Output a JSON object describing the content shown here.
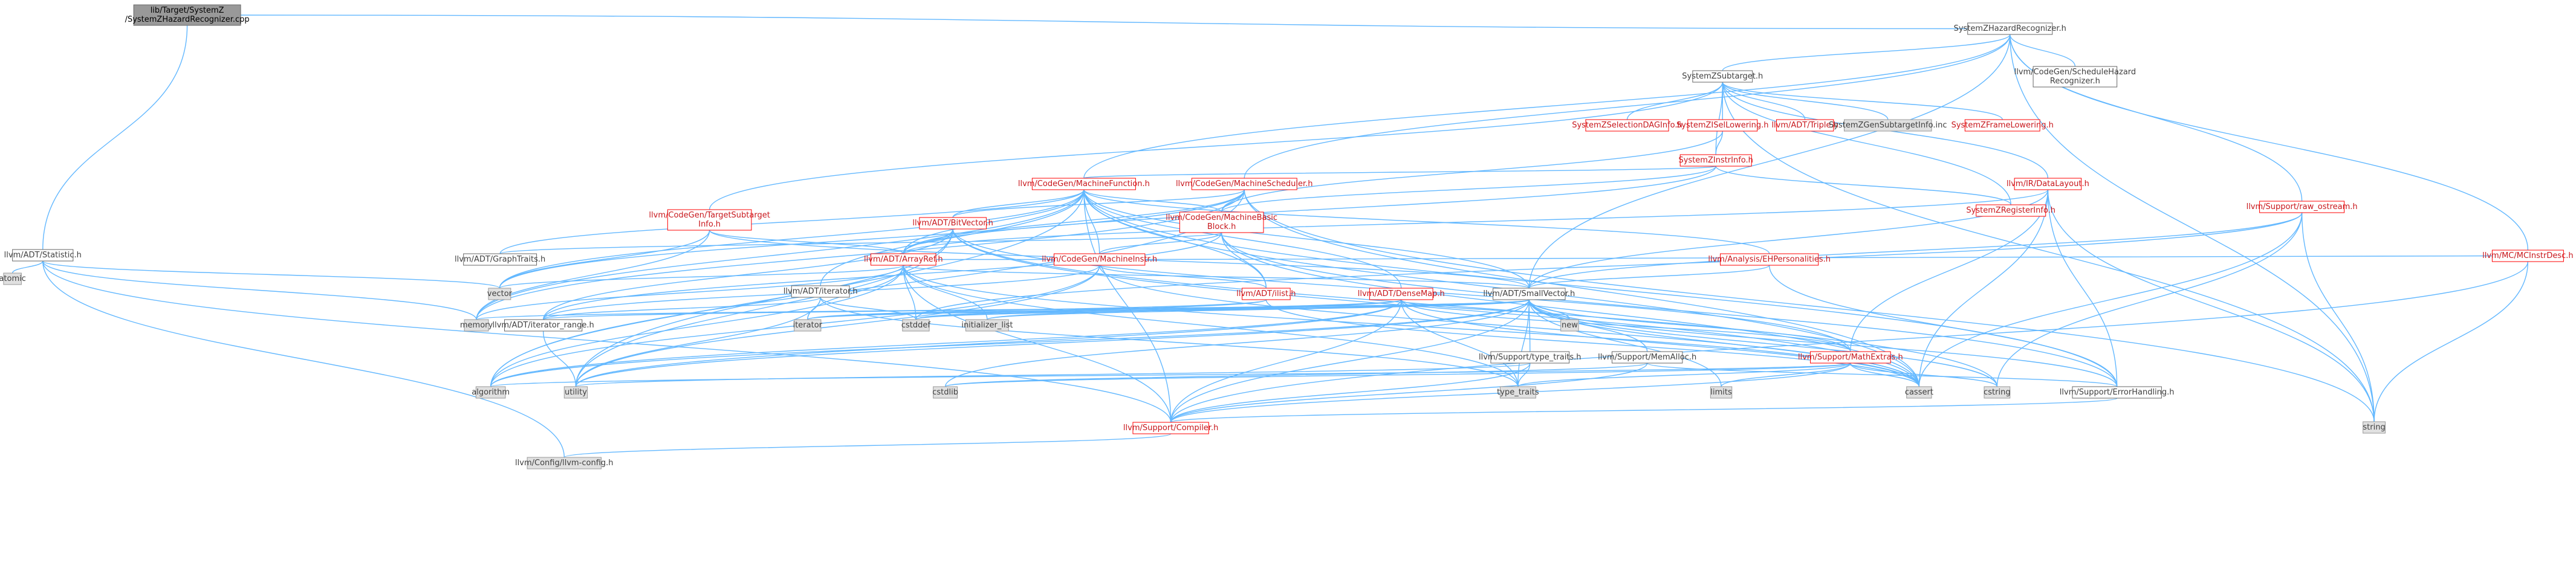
{
  "colors": {
    "edge": "#63B8FF",
    "root_fill": "#999999",
    "root_stroke": "#666666",
    "normal_fill": "#ffffff",
    "normal_stroke": "#666666",
    "normal_text": "#3f3f3f",
    "red_stroke": "#ff0000",
    "red_text": "#c8171c",
    "system_fill": "#e0e0e0",
    "system_stroke": "#999999"
  },
  "nodes": [
    {
      "id": "root",
      "lines": [
        "lib/Target/SystemZ",
        "/SystemZHazardRecognizer.cpp"
      ],
      "style": "root"
    },
    {
      "id": "hazard_h",
      "lines": [
        "SystemZHazardRecognizer.h"
      ],
      "style": "normal"
    },
    {
      "id": "statistic",
      "lines": [
        "llvm/ADT/Statistic.h"
      ],
      "style": "normal"
    },
    {
      "id": "atomic",
      "lines": [
        "atomic"
      ],
      "style": "system"
    },
    {
      "id": "subtarget",
      "lines": [
        "SystemZSubtarget.h"
      ],
      "style": "normal"
    },
    {
      "id": "sched_hazard",
      "lines": [
        "llvm/CodeGen/ScheduleHazard",
        "Recognizer.h"
      ],
      "style": "normal"
    },
    {
      "id": "seldag",
      "lines": [
        "SystemZSelectionDAGInfo.h"
      ],
      "style": "red"
    },
    {
      "id": "isel",
      "lines": [
        "SystemZISelLowering.h"
      ],
      "style": "red"
    },
    {
      "id": "triple",
      "lines": [
        "llvm/ADT/Triple.h"
      ],
      "style": "red"
    },
    {
      "id": "gensub",
      "lines": [
        "SystemZGenSubtargetInfo.inc"
      ],
      "style": "system"
    },
    {
      "id": "framelow",
      "lines": [
        "SystemZFrameLowering.h"
      ],
      "style": "red"
    },
    {
      "id": "instrinfo",
      "lines": [
        "SystemZInstrInfo.h"
      ],
      "style": "red"
    },
    {
      "id": "reginfo",
      "lines": [
        "SystemZRegisterInfo.h"
      ],
      "style": "red"
    },
    {
      "id": "mf",
      "lines": [
        "llvm/CodeGen/MachineFunction.h"
      ],
      "style": "red"
    },
    {
      "id": "msched",
      "lines": [
        "llvm/CodeGen/MachineScheduler.h"
      ],
      "style": "red"
    },
    {
      "id": "tsi",
      "lines": [
        "llvm/CodeGen/TargetSubtarget",
        "Info.h"
      ],
      "style": "red"
    },
    {
      "id": "bitvector",
      "lines": [
        "llvm/ADT/BitVector.h"
      ],
      "style": "red"
    },
    {
      "id": "mbb",
      "lines": [
        "llvm/CodeGen/MachineBasic",
        "Block.h"
      ],
      "style": "red"
    },
    {
      "id": "datalayout",
      "lines": [
        "llvm/IR/DataLayout.h"
      ],
      "style": "red"
    },
    {
      "id": "rawostream",
      "lines": [
        "llvm/Support/raw_ostream.h"
      ],
      "style": "red"
    },
    {
      "id": "mcinstrdesc",
      "lines": [
        "llvm/MC/MCInstrDesc.h"
      ],
      "style": "red"
    },
    {
      "id": "graphtraits",
      "lines": [
        "llvm/ADT/GraphTraits.h"
      ],
      "style": "normal"
    },
    {
      "id": "arrayref",
      "lines": [
        "llvm/ADT/ArrayRef.h"
      ],
      "style": "red"
    },
    {
      "id": "minstr",
      "lines": [
        "llvm/CodeGen/MachineInstr.h"
      ],
      "style": "red"
    },
    {
      "id": "ehpers",
      "lines": [
        "llvm/Analysis/EHPersonalities.h"
      ],
      "style": "red"
    },
    {
      "id": "iterator_h",
      "lines": [
        "llvm/ADT/iterator.h"
      ],
      "style": "normal"
    },
    {
      "id": "ilist",
      "lines": [
        "llvm/ADT/ilist.h"
      ],
      "style": "red"
    },
    {
      "id": "densemap",
      "lines": [
        "llvm/ADT/DenseMap.h"
      ],
      "style": "red"
    },
    {
      "id": "smallvector",
      "lines": [
        "llvm/ADT/SmallVector.h"
      ],
      "style": "normal"
    },
    {
      "id": "vector",
      "lines": [
        "vector"
      ],
      "style": "system"
    },
    {
      "id": "memory",
      "lines": [
        "memory"
      ],
      "style": "system"
    },
    {
      "id": "iterator_range",
      "lines": [
        "llvm/ADT/iterator_range.h"
      ],
      "style": "normal"
    },
    {
      "id": "iterator",
      "lines": [
        "iterator"
      ],
      "style": "system"
    },
    {
      "id": "cstddef",
      "lines": [
        "cstddef"
      ],
      "style": "system"
    },
    {
      "id": "initlist",
      "lines": [
        "initializer_list"
      ],
      "style": "system"
    },
    {
      "id": "new",
      "lines": [
        "new"
      ],
      "style": "system"
    },
    {
      "id": "typetraits_h",
      "lines": [
        "llvm/Support/type_traits.h"
      ],
      "style": "normal"
    },
    {
      "id": "memalloc",
      "lines": [
        "llvm/Support/MemAlloc.h"
      ],
      "style": "normal"
    },
    {
      "id": "mathextras",
      "lines": [
        "llvm/Support/MathExtras.h"
      ],
      "style": "red"
    },
    {
      "id": "algorithm",
      "lines": [
        "algorithm"
      ],
      "style": "system"
    },
    {
      "id": "utility",
      "lines": [
        "utility"
      ],
      "style": "system"
    },
    {
      "id": "cstdlib",
      "lines": [
        "cstdlib"
      ],
      "style": "system"
    },
    {
      "id": "type_traits",
      "lines": [
        "type_traits"
      ],
      "style": "system"
    },
    {
      "id": "limits",
      "lines": [
        "limits"
      ],
      "style": "system"
    },
    {
      "id": "cassert",
      "lines": [
        "cassert"
      ],
      "style": "system"
    },
    {
      "id": "cstring",
      "lines": [
        "cstring"
      ],
      "style": "system"
    },
    {
      "id": "errhandling",
      "lines": [
        "llvm/Support/ErrorHandling.h"
      ],
      "style": "normal"
    },
    {
      "id": "string",
      "lines": [
        "string"
      ],
      "style": "system"
    },
    {
      "id": "compiler",
      "lines": [
        "llvm/Support/Compiler.h"
      ],
      "style": "red"
    },
    {
      "id": "llvmconfig",
      "lines": [
        "llvm/Config/llvm-config.h"
      ],
      "style": "system"
    }
  ],
  "edges": [
    [
      "root",
      "hazard_h"
    ],
    [
      "root",
      "statistic"
    ],
    [
      "statistic",
      "atomic"
    ],
    [
      "statistic",
      "memory"
    ],
    [
      "statistic",
      "vector"
    ],
    [
      "statistic",
      "compiler"
    ],
    [
      "statistic",
      "llvmconfig"
    ],
    [
      "hazard_h",
      "subtarget"
    ],
    [
      "hazard_h",
      "sched_hazard"
    ],
    [
      "hazard_h",
      "msched"
    ],
    [
      "hazard_h",
      "mf"
    ],
    [
      "hazard_h",
      "smallvector"
    ],
    [
      "hazard_h",
      "rawostream"
    ],
    [
      "hazard_h",
      "mcinstrdesc"
    ],
    [
      "hazard_h",
      "string"
    ],
    [
      "subtarget",
      "seldag"
    ],
    [
      "subtarget",
      "isel"
    ],
    [
      "subtarget",
      "triple"
    ],
    [
      "subtarget",
      "gensub"
    ],
    [
      "subtarget",
      "framelow"
    ],
    [
      "subtarget",
      "instrinfo"
    ],
    [
      "subtarget",
      "reginfo"
    ],
    [
      "subtarget",
      "datalayout"
    ],
    [
      "subtarget",
      "tsi"
    ],
    [
      "subtarget",
      "string"
    ],
    [
      "isel",
      "instrinfo"
    ],
    [
      "isel",
      "mbb"
    ],
    [
      "instrinfo",
      "reginfo"
    ],
    [
      "instrinfo",
      "mf"
    ],
    [
      "instrinfo",
      "mbb"
    ],
    [
      "instrinfo",
      "arrayref"
    ],
    [
      "mf",
      "bitvector"
    ],
    [
      "mf",
      "mbb"
    ],
    [
      "mf",
      "minstr"
    ],
    [
      "mf",
      "ehpers"
    ],
    [
      "mf",
      "graphtraits"
    ],
    [
      "mf",
      "iterator_h"
    ],
    [
      "mf",
      "ilist"
    ],
    [
      "mf",
      "densemap"
    ],
    [
      "mf",
      "smallvector"
    ],
    [
      "mf",
      "arrayref"
    ],
    [
      "mf",
      "vector"
    ],
    [
      "mf",
      "memory"
    ],
    [
      "mf",
      "cassert"
    ],
    [
      "mf",
      "cstdint_na"
    ],
    [
      "mf",
      "utility"
    ],
    [
      "mf",
      "compiler"
    ],
    [
      "mf",
      "errhandling"
    ],
    [
      "msched",
      "bitvector"
    ],
    [
      "msched",
      "arrayref"
    ],
    [
      "msched",
      "mbb"
    ],
    [
      "msched",
      "vector"
    ],
    [
      "msched",
      "memory"
    ],
    [
      "msched",
      "cassert"
    ],
    [
      "msched",
      "string"
    ],
    [
      "msched",
      "algorithm"
    ],
    [
      "tsi",
      "arrayref"
    ],
    [
      "tsi",
      "smallvector"
    ],
    [
      "tsi",
      "vector"
    ],
    [
      "tsi",
      "memory"
    ],
    [
      "bitvector",
      "arrayref"
    ],
    [
      "bitvector",
      "iterator_range"
    ],
    [
      "bitvector",
      "mathextras"
    ],
    [
      "bitvector",
      "algorithm"
    ],
    [
      "bitvector",
      "cassert"
    ],
    [
      "bitvector",
      "utility"
    ],
    [
      "bitvector",
      "cstring"
    ],
    [
      "mbb",
      "graphtraits"
    ],
    [
      "mbb",
      "ilist"
    ],
    [
      "mbb",
      "iterator_range"
    ],
    [
      "mbb",
      "minstr"
    ],
    [
      "mbb",
      "cassert"
    ],
    [
      "mbb",
      "errhandling"
    ],
    [
      "datalayout",
      "arrayref"
    ],
    [
      "datalayout",
      "smallvector"
    ],
    [
      "datalayout",
      "mathextras"
    ],
    [
      "datalayout",
      "errhandling"
    ],
    [
      "datalayout",
      "cassert"
    ],
    [
      "datalayout",
      "string"
    ],
    [
      "rawostream",
      "smallvector"
    ],
    [
      "rawostream",
      "cassert"
    ],
    [
      "rawostream",
      "cstddef"
    ],
    [
      "rawostream",
      "cstring"
    ],
    [
      "rawostream",
      "string"
    ],
    [
      "mcinstrdesc",
      "string"
    ],
    [
      "mcinstrdesc",
      "compiler"
    ],
    [
      "arrayref",
      "smallvector"
    ],
    [
      "arrayref",
      "compiler"
    ],
    [
      "arrayref",
      "algorithm"
    ],
    [
      "arrayref",
      "cassert"
    ],
    [
      "arrayref",
      "cstddef"
    ],
    [
      "arrayref",
      "initlist"
    ],
    [
      "arrayref",
      "iterator"
    ],
    [
      "arrayref",
      "memory"
    ],
    [
      "arrayref",
      "vector"
    ],
    [
      "arrayref",
      "type_traits"
    ],
    [
      "minstr",
      "arrayref"
    ],
    [
      "minstr",
      "ilist"
    ],
    [
      "minstr",
      "iterator_range"
    ],
    [
      "minstr",
      "mcinstrdesc"
    ],
    [
      "minstr",
      "algorithm"
    ],
    [
      "minstr",
      "cassert"
    ],
    [
      "minstr",
      "cstdint_na"
    ],
    [
      "minstr",
      "utility"
    ],
    [
      "ehpers",
      "errhandling"
    ],
    [
      "ehpers",
      "smallvector"
    ],
    [
      "iterator_h",
      "iterator_range"
    ],
    [
      "iterator_h",
      "cstddef"
    ],
    [
      "iterator_h",
      "iterator"
    ],
    [
      "iterator_h",
      "type_traits"
    ],
    [
      "iterator_h",
      "utility"
    ],
    [
      "ilist",
      "cassert"
    ],
    [
      "ilist",
      "cstddef"
    ],
    [
      "ilist",
      "iterator"
    ],
    [
      "densemap",
      "mathextras"
    ],
    [
      "densemap",
      "compiler"
    ],
    [
      "densemap",
      "algorithm"
    ],
    [
      "densemap",
      "cassert"
    ],
    [
      "densemap",
      "cstddef"
    ],
    [
      "densemap",
      "initlist"
    ],
    [
      "densemap",
      "iterator"
    ],
    [
      "densemap",
      "new"
    ],
    [
      "densemap",
      "type_traits"
    ],
    [
      "densemap",
      "utility"
    ],
    [
      "smallvector",
      "compiler"
    ],
    [
      "smallvector",
      "typetraits_h"
    ],
    [
      "smallvector",
      "memalloc"
    ],
    [
      "smallvector",
      "algorithm"
    ],
    [
      "smallvector",
      "cassert"
    ],
    [
      "smallvector",
      "cstddef"
    ],
    [
      "smallvector",
      "cstdlib"
    ],
    [
      "smallvector",
      "cstring"
    ],
    [
      "smallvector",
      "initlist"
    ],
    [
      "smallvector",
      "iterator"
    ],
    [
      "smallvector",
      "limits"
    ],
    [
      "smallvector",
      "memory"
    ],
    [
      "smallvector",
      "new"
    ],
    [
      "smallvector",
      "type_traits"
    ],
    [
      "smallvector",
      "utility"
    ],
    [
      "smallvector",
      "iterator_range"
    ],
    [
      "smallvector",
      "mathextras"
    ],
    [
      "smallvector",
      "errhandling"
    ],
    [
      "iterator_range",
      "utility"
    ],
    [
      "typetraits_h",
      "compiler"
    ],
    [
      "typetraits_h",
      "type_traits"
    ],
    [
      "typetraits_h",
      "utility"
    ],
    [
      "memalloc",
      "compiler"
    ],
    [
      "memalloc",
      "errhandling"
    ],
    [
      "memalloc",
      "cstdlib"
    ],
    [
      "mathextras",
      "compiler"
    ],
    [
      "mathextras",
      "cassert"
    ],
    [
      "mathextras",
      "cstring"
    ],
    [
      "mathextras",
      "limits"
    ],
    [
      "mathextras",
      "type_traits"
    ],
    [
      "mathextras",
      "algorithm"
    ],
    [
      "mathextras",
      "cstdlib"
    ],
    [
      "errhandling",
      "compiler"
    ],
    [
      "compiler",
      "llvmconfig"
    ]
  ]
}
